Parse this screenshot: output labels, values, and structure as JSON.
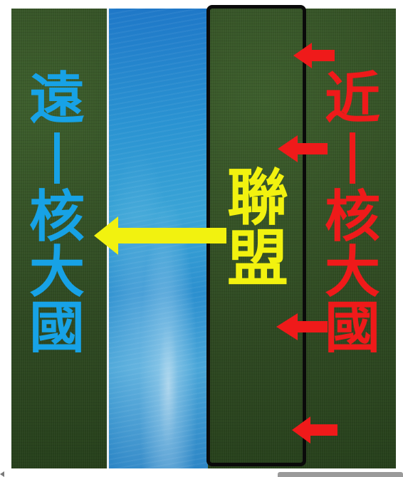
{
  "labels": {
    "far": {
      "top_char": "遠",
      "chars": [
        "核",
        "大",
        "國"
      ]
    },
    "near": {
      "top_char": "近",
      "chars": [
        "核",
        "大",
        "國"
      ]
    },
    "alliance": {
      "chars": [
        "聯",
        "盟"
      ]
    }
  },
  "colors": {
    "far": "#17a2e6",
    "near": "#ef1a1a",
    "alliance": "#f2f20f",
    "box_border": "#0a0a0a",
    "grass": "#2f4a22",
    "ocean": "#2b8fcf"
  },
  "icons": {
    "near_arrows": "red-left-arrow",
    "alliance_arrow": "yellow-left-arrow"
  }
}
